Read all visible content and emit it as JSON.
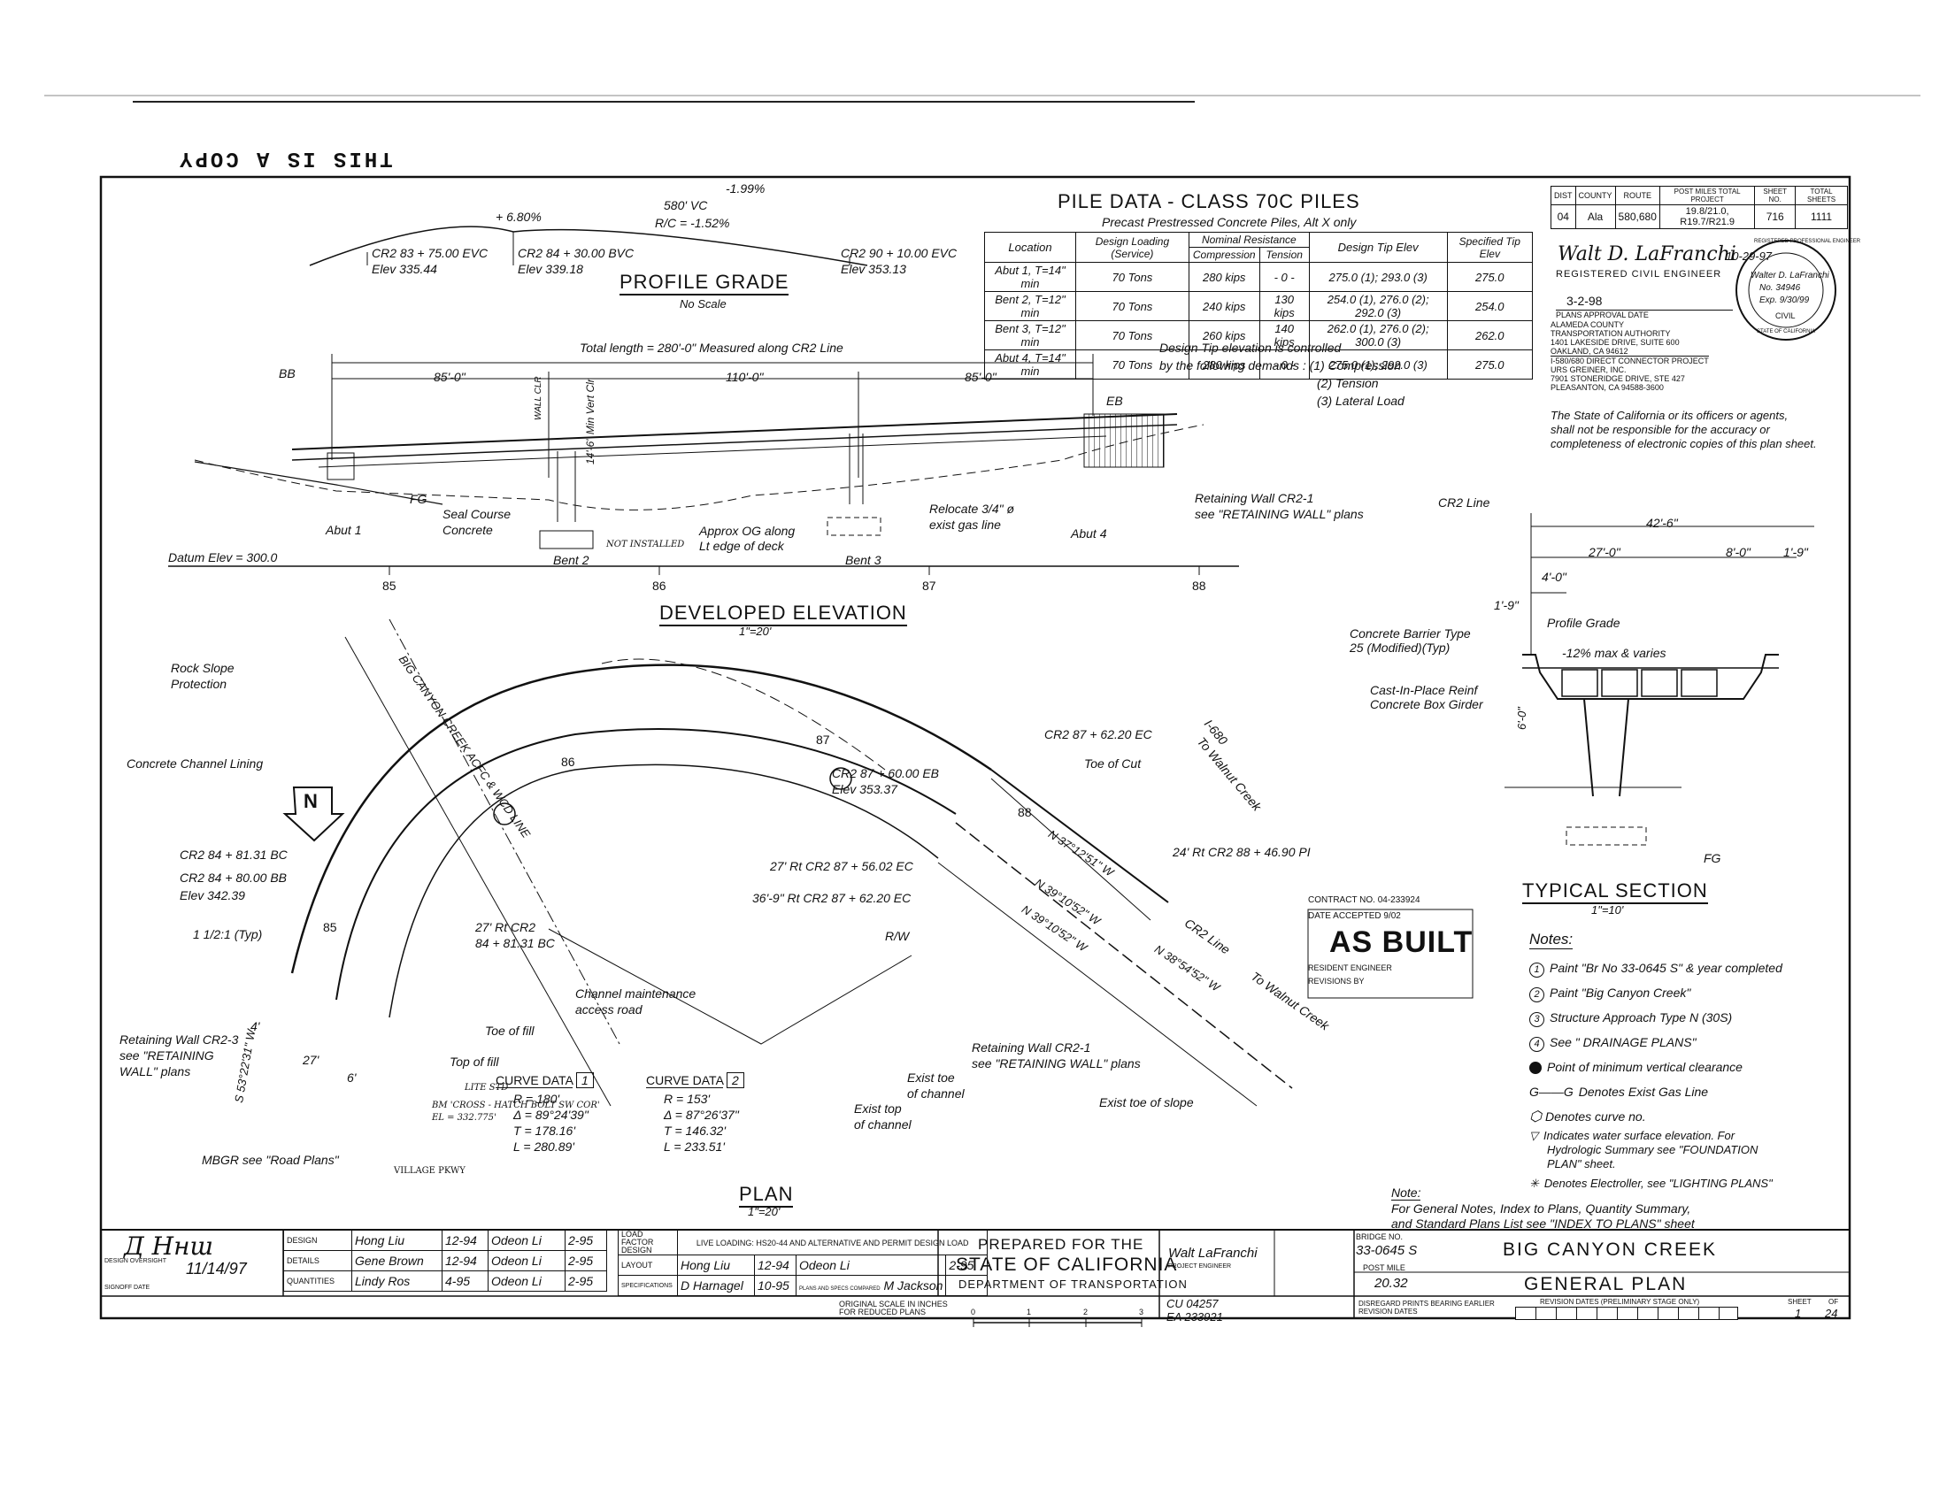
{
  "copy_stamp": "THIS IS A COPY",
  "profile_grade": {
    "title": "PROFILE GRADE",
    "scale": "No Scale",
    "left_label": "CR2 83 + 75.00 EVC",
    "left_elev": "Elev 335.44",
    "mid_label": "CR2 84 + 30.00 BVC",
    "mid_elev": "Elev 339.18",
    "right_label": "CR2 90 + 10.00 EVC",
    "right_elev": "Elev 353.13",
    "grade_up": "+ 6.80%",
    "grade_down": "-1.99%",
    "vc": "580' VC",
    "rc": "R/C = -1.52%"
  },
  "pile_data": {
    "title": "PILE DATA - CLASS 70C PILES",
    "subtitle": "Precast Prestressed Concrete Piles, Alt X only",
    "headers": [
      "Location",
      "Design Loading (Service)",
      "Compression",
      "Tension",
      "Design Tip Elev",
      "Specified Tip Elev"
    ],
    "group_header": "Nominal Resistance",
    "rows": [
      [
        "Abut 1, T=14\" min",
        "70 Tons",
        "280 kips",
        "- 0 -",
        "275.0 (1); 293.0 (3)",
        "275.0"
      ],
      [
        "Bent 2, T=12\" min",
        "70 Tons",
        "240 kips",
        "130 kips",
        "254.0 (1), 276.0 (2); 292.0 (3)",
        "254.0"
      ],
      [
        "Bent 3, T=12\" min",
        "70 Tons",
        "260 kips",
        "140 kips",
        "262.0 (1), 276.0 (2); 300.0 (3)",
        "262.0"
      ],
      [
        "Abut 4, T=14\" min",
        "70 Tons",
        "280 kips",
        "- 0 -",
        "275.0 (1); 292.0 (3)",
        "275.0"
      ]
    ],
    "tip_note_1": "Design Tip elevation is controlled",
    "tip_note_2": "by the following demands :  (1)  Compression",
    "tip_note_3": "(2)  Tension",
    "tip_note_4": "(3)  Lateral Load"
  },
  "header_block": {
    "cols": [
      "DIST",
      "COUNTY",
      "ROUTE",
      "POST MILES TOTAL PROJECT",
      "SHEET NO.",
      "TOTAL SHEETS"
    ],
    "vals": [
      "04",
      "Ala",
      "580,680",
      "19.8/21.0, R19.7/R21.9",
      "716",
      "1111"
    ],
    "engineer_sig": "Walt D. LaFranchi",
    "sig_date": "10-29-97",
    "reg_label": "REGISTERED CIVIL ENGINEER",
    "approval_date": "3-2-98",
    "approval_label": "PLANS APPROVAL DATE",
    "seal_name": "Walter D. LaFranchi",
    "seal_no": "No. 34946",
    "seal_exp": "Exp. 9/30/99",
    "seal_civil": "CIVIL",
    "seal_top": "REGISTERED PROFESSIONAL ENGINEER",
    "seal_bottom": "STATE OF CALIFORNIA",
    "authority": [
      "ALAMEDA COUNTY",
      "TRANSPORTATION AUTHORITY",
      "1401 LAKESIDE DRIVE, SUITE 600",
      "OAKLAND, CA 94612",
      "I-580/680 DIRECT CONNECTOR PROJECT",
      "URS GREINER, INC.",
      "7901 STONERIDGE DRIVE, STE 427",
      "PLEASANTON, CA 94588-3600"
    ],
    "disclaimer": [
      "The State of California or its officers or agents,",
      "shall not be responsible for the accuracy or",
      "completeness of electronic copies of this plan sheet."
    ]
  },
  "elevation": {
    "total_length": "Total length = 280'-0\" Measured along CR2 Line",
    "spans": [
      "85'-0\"",
      "110'-0\"",
      "85'-0\""
    ],
    "bb": "BB",
    "eb": "EB",
    "fg": "FG",
    "min_vert_clr": "14'-6\" Min Vert Clr",
    "wall_clr": "WALL CLR",
    "seal_course": "Seal Course",
    "concrete": "Concrete",
    "abut1": "Abut 1",
    "bent2": "Bent 2",
    "bent3": "Bent 3",
    "abut4": "Abut 4",
    "not_installed": "NOT INSTALLED",
    "approx_og": "Approx OG along",
    "lt_edge": "Lt edge of deck",
    "relocate": "Relocate 3/4\" ø",
    "exist_gas": "exist gas line",
    "retaining_wall": "Retaining Wall CR2-1",
    "rw_plans": "see \"RETAINING WALL\" plans",
    "datum": "Datum Elev = 300.0",
    "stations": [
      "85",
      "86",
      "87",
      "88"
    ],
    "title": "DEVELOPED ELEVATION",
    "scale": "1\"=20'"
  },
  "typical_section": {
    "cr2_line": "CR2 Line",
    "width_total": "42'-6\"",
    "w1": "27'-0\"",
    "w2": "8'-0\"",
    "w3": "1'-9\"",
    "w4": "4'-0\"",
    "w5": "1'-9\"",
    "barrier": "Concrete Barrier Type",
    "barrier2": "25 (Modified)(Typ)",
    "profile_grade": "Profile Grade",
    "slope": "-12% max & varies",
    "girder1": "Cast-In-Place Reinf",
    "girder2": "Concrete Box Girder",
    "depth": "6'-0\"",
    "fg": "FG",
    "title": "TYPICAL SECTION",
    "scale": "1\"=10'"
  },
  "plan": {
    "rock_slope": "Rock Slope",
    "protection": "Protection",
    "creek_line": "BIG CANYON CREEK ACFC & WCD LINE",
    "channel_lining": "Concrete Channel Lining",
    "bc1": "CR2 84 + 81.31 BC",
    "bb": "CR2 84 + 80.00 BB",
    "bb_elev": "Elev 342.39",
    "slope_typ": "1 1/2:1 (Typ)",
    "ec1": "CR2 87 + 62.20 EC",
    "toe_cut": "Toe of Cut",
    "eb": "CR2 87 + 60.00 EB",
    "eb_elev": "Elev 353.37",
    "ec2": "27' Rt CR2 87 + 56.02 EC",
    "ec3": "36'-9\" Rt CR2 87 + 62.20 EC",
    "rt_bc": "27' Rt CR2",
    "rt_bc2": "84 + 81.31 BC",
    "pi": "24' Rt CR2 88 + 46.90 PI",
    "b1": "N 37°12'51\" W",
    "b2": "N 39°10'52\" W",
    "b3": "N 39°10'52\" W",
    "b4": "N 38°54'52\" W",
    "b5": "S 53°22'31\" W",
    "i680": "I-680",
    "to_walnut": "To Walnut Creek",
    "cr2_line": "CR2 Line",
    "rw": "R/W",
    "channel_maint": "Channel maintenance",
    "access_road": "access road",
    "toe_fill": "Toe of fill",
    "top_fill": "Top of fill",
    "rw_cr2_3_a": "Retaining Wall CR2-3",
    "rw_cr2_3_b": "see \"RETAINING",
    "rw_cr2_3_c": "WALL\" plans",
    "mbgr": "MBGR see \"Road Plans\"",
    "village": "VILLAGE PKWY",
    "rw_cr2_1_a": "Retaining Wall CR2-1",
    "rw_cr2_1_b": "see \"RETAINING WALL\" plans",
    "exist_toe_ch": "Exist toe",
    "exist_toe_ch2": "of channel",
    "exist_top_ch": "Exist top",
    "exist_top_ch2": "of channel",
    "exist_toe_slope": "Exist toe of slope",
    "stations": [
      "85",
      "86",
      "87",
      "88"
    ],
    "dim27": "27'",
    "dim6": "6'",
    "dim4": "4'",
    "bm1": "BM 'CROSS - HATCH BOLT SW COR'",
    "bm2": "EL = 332.775'",
    "lite": "LITE STD",
    "title": "PLAN",
    "scale": "1\"=20'"
  },
  "curve1": {
    "title": "CURVE DATA",
    "num": "1",
    "r": "R = 180'",
    "d": "Δ = 89°24'39\"",
    "t": "T = 178.16'",
    "l": "L = 280.89'"
  },
  "curve2": {
    "title": "CURVE DATA",
    "num": "2",
    "r": "R = 153'",
    "d": "Δ = 87°26'37\"",
    "t": "T = 146.32'",
    "l": "L = 233.51'"
  },
  "as_built": {
    "contract": "CONTRACT NO.  04-233924",
    "date_accepted": "DATE ACCEPTED  9/02",
    "title": "AS BUILT",
    "resident": "RESIDENT ENGINEER",
    "revisions": "REVISIONS BY"
  },
  "notes": {
    "title": "Notes:",
    "items": [
      "Paint \"Br No 33-0645 S\" & year completed",
      "Paint \"Big Canyon Creek\"",
      "Structure Approach Type N (30S)",
      "See \" DRAINAGE PLANS\""
    ],
    "legend": [
      "Point of minimum vertical clearance",
      "Denotes Exist Gas Line",
      "Denotes curve no.",
      "Indicates water surface elevation. For",
      "Hydrologic Summary see \"FOUNDATION",
      "PLAN\" sheet.",
      "Denotes Electroller, see \"LIGHTING PLANS\""
    ],
    "note2_title": "Note:",
    "note2": [
      "For General Notes, Index to Plans, Quantity Summary,",
      "and Standard Plans List see \"INDEX TO PLANS\" sheet"
    ]
  },
  "title_block": {
    "design_oversight": "DESIGN OVERSIGHT",
    "signoff_date": "SIGNOFF DATE",
    "oversight_date": "11/14/97",
    "rows": [
      {
        "label": "DESIGN",
        "by": "Hong Liu",
        "date": "12-94",
        "checked": "Odeon Li",
        "cdate": "2-95"
      },
      {
        "label": "DETAILS",
        "by": "Gene Brown",
        "date": "12-94",
        "checked": "Odeon Li",
        "cdate": "2-95"
      },
      {
        "label": "QUANTITIES",
        "by": "Lindy Ros",
        "date": "4-95",
        "checked": "Odeon Li",
        "cdate": "2-95"
      }
    ],
    "load_factor": "LOAD FACTOR DESIGN",
    "live_loading": "LIVE LOADING:  HS20-44 AND ALTERNATIVE AND PERMIT DESIGN LOAD",
    "layout": "LAYOUT",
    "layout_by": "Hong Liu",
    "layout_date": "12-94",
    "layout_checked": "Odeon Li",
    "layout_cdate": "2-95",
    "specifications": "SPECIFICATIONS",
    "spec_by": "D Harnagel",
    "spec_date": "10-95",
    "plans_specs": "PLANS AND SPECS COMPARED",
    "spec_checked": "M Jackson",
    "prepared1": "PREPARED FOR THE",
    "prepared2": "STATE OF CALIFORNIA",
    "prepared3": "DEPARTMENT OF TRANSPORTATION",
    "project_engineer": "Walt LaFranchi",
    "project_engineer_label": "PROJECT ENGINEER",
    "bridge_no_label": "BRIDGE NO.",
    "bridge_no": "33-0645 S",
    "post_mile_label": "POST MILE",
    "post_mile": "20.32",
    "name1": "BIG CANYON CREEK",
    "name2": "GENERAL PLAN",
    "cu": "CU 04257",
    "ea": "EA 233921",
    "original_scale": "ORIGINAL SCALE IN INCHES FOR REDUCED PLANS",
    "scale_ticks": [
      "0",
      "1",
      "2",
      "3"
    ],
    "disregard": "DISREGARD PRINTS BEARING EARLIER REVISION DATES",
    "revision_dates": "REVISION DATES (PRELIMINARY STAGE ONLY)",
    "sheet_label": "SHEET",
    "of_label": "OF",
    "sheet": "1",
    "of": "24"
  }
}
